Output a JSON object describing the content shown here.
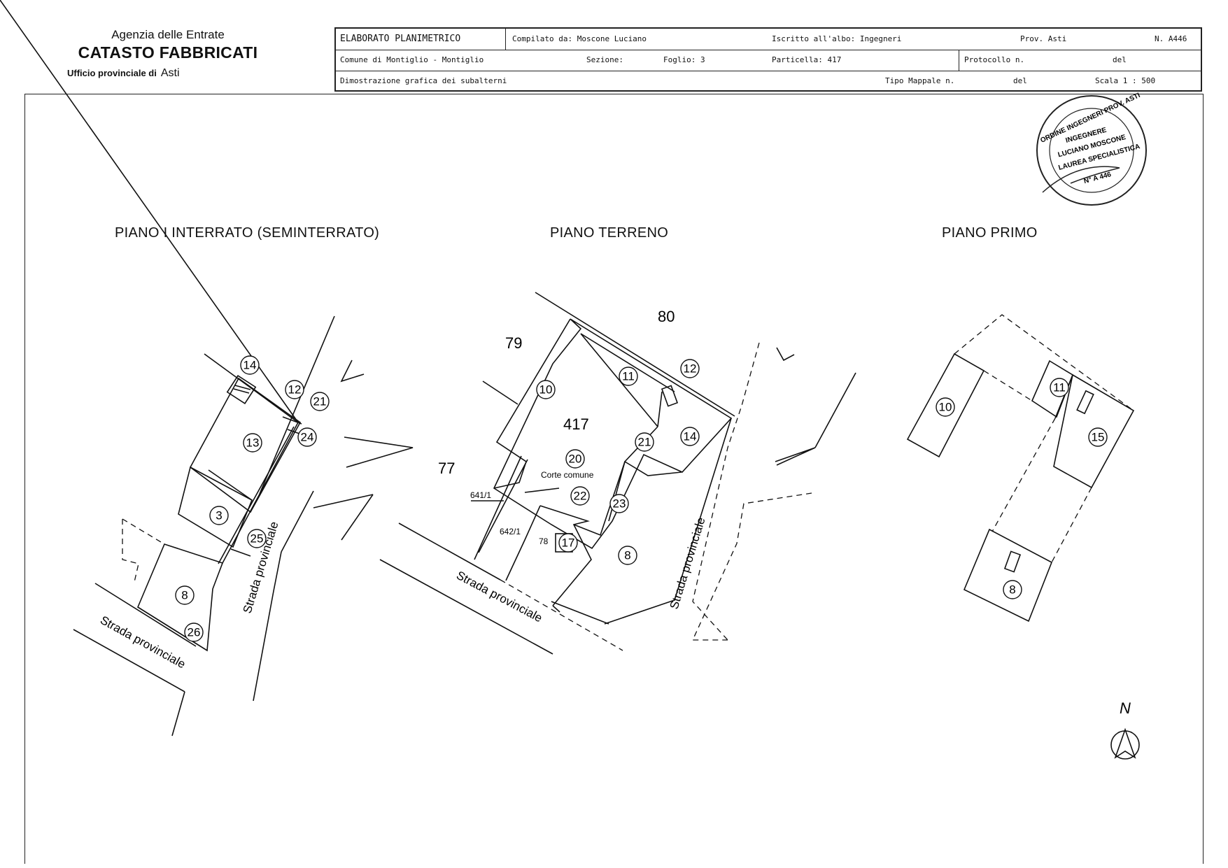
{
  "header": {
    "agency": "Agenzia delle Entrate",
    "catasto": "CATASTO FABBRICATI",
    "ufficio": "Ufficio provinciale di",
    "city": "Asti"
  },
  "title_block": {
    "elaborato": "ELABORATO PLANIMETRICO",
    "compilato": "Compilato da: Moscone Luciano",
    "iscritto": "Iscritto all'albo: Ingegneri",
    "prov": "Prov. Asti",
    "numero": "N. A446",
    "comune": "Comune di Montiglio - Montiglio",
    "sezione": "Sezione:",
    "foglio": "Foglio: 3",
    "particella": "Particella: 417",
    "protocollo": "Protocollo n.",
    "del1": "del",
    "dimostrazione": "Dimostrazione grafica dei subalterni",
    "tipo_mappale": "Tipo Mappale n.",
    "del2": "del",
    "scala": "Scala 1 : 500"
  },
  "plans": {
    "interrato_title": "PIANO I INTERRATO (SEMINTERRATO)",
    "terreno_title": "PIANO TERRENO",
    "primo_title": "PIANO PRIMO"
  },
  "interrato": {
    "labels": [
      "14",
      "12",
      "21",
      "24",
      "13",
      "3",
      "25",
      "8",
      "26"
    ],
    "road1": "Strada provinciale",
    "road2": "Strada provinciale"
  },
  "terreno": {
    "parcel_79": "79",
    "parcel_80": "80",
    "parcel_77": "77",
    "parcel_417": "417",
    "corte": "Corte comune",
    "ref1": "641/1",
    "ref2": "642/1",
    "ref3": "78",
    "labels": [
      "10",
      "11",
      "12",
      "21",
      "14",
      "20",
      "22",
      "23",
      "17",
      "8"
    ],
    "road1": "Strada provinciale",
    "road2": "Strada provinciale"
  },
  "primo": {
    "labels": [
      "10",
      "11",
      "15",
      "8"
    ]
  },
  "north": {
    "label": "N"
  },
  "stamp": {
    "line1": "ORDINE INGEGNERI PROV. ASTI",
    "line2": "INGEGNERE",
    "line3": "LUCIANO MOSCONE",
    "line4": "LAUREA SPECIALISTICA",
    "line5": "N° A 446"
  }
}
